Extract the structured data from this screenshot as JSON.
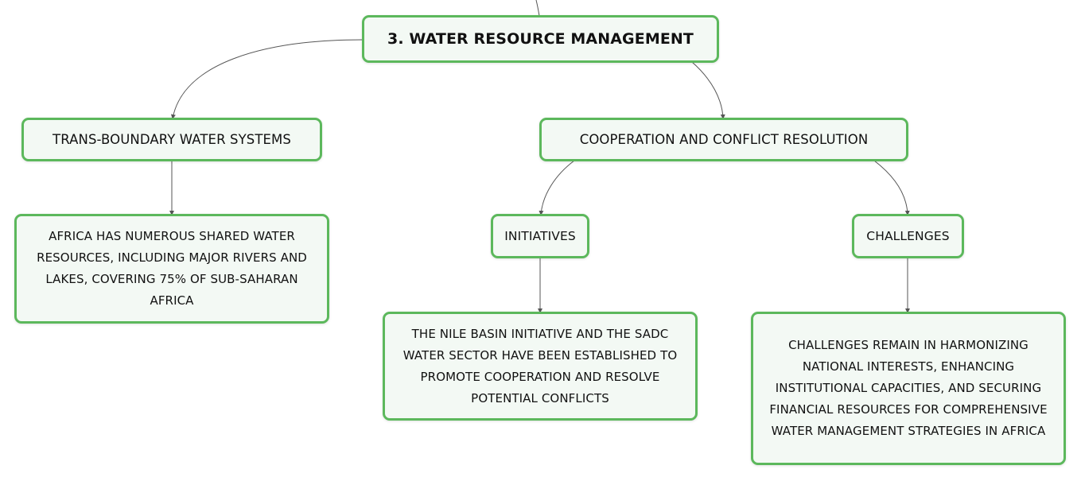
{
  "map": {
    "root": {
      "label": "3. WATER RESOURCE MANAGEMENT"
    },
    "branches": [
      {
        "label": "TRANS-BOUNDARY WATER SYSTEMS",
        "detail": "AFRICA HAS NUMEROUS SHARED WATER RESOURCES, INCLUDING MAJOR RIVERS AND LAKES, COVERING 75% OF SUB-SAHARAN AFRICA"
      },
      {
        "label": "COOPERATION AND CONFLICT RESOLUTION",
        "children": [
          {
            "label": "INITIATIVES",
            "detail": "THE NILE BASIN INITIATIVE AND THE SADC WATER SECTOR HAVE BEEN ESTABLISHED TO PROMOTE COOPERATION AND RESOLVE POTENTIAL CONFLICTS"
          },
          {
            "label": "CHALLENGES",
            "detail": "CHALLENGES REMAIN IN HARMONIZING NATIONAL INTERESTS, ENHANCING INSTITUTIONAL CAPACITIES, AND SECURING FINANCIAL RESOURCES FOR COMPREHENSIVE WATER MANAGEMENT STRATEGIES IN AFRICA"
          }
        ]
      }
    ]
  },
  "colors": {
    "node_border": "#5cb85c",
    "node_fill": "#f3f9f4",
    "connector": "#555555"
  }
}
